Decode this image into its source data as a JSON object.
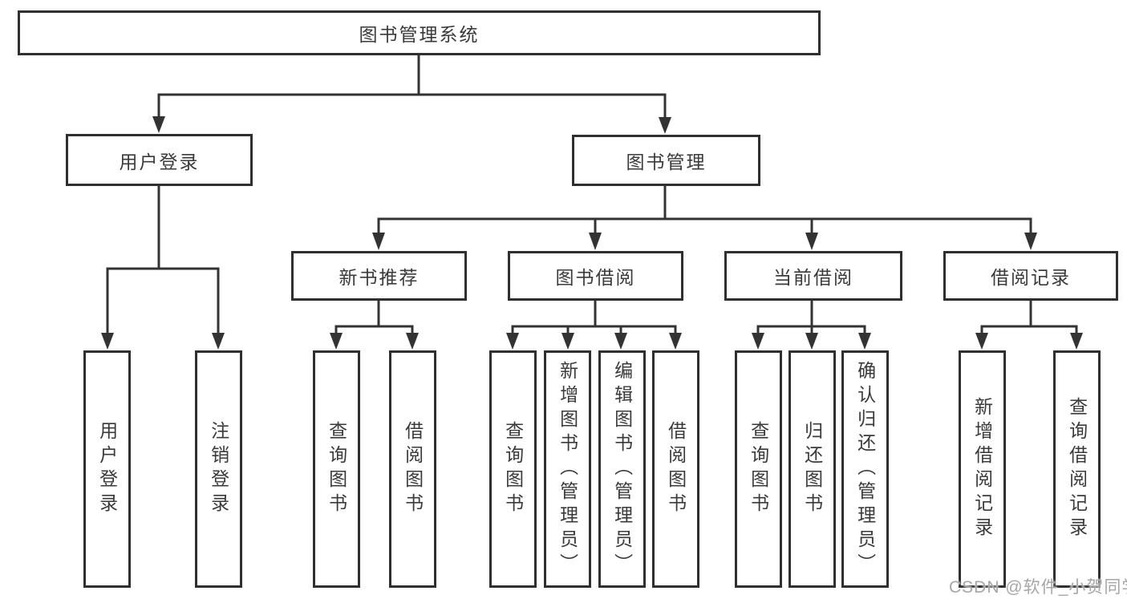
{
  "diagram": {
    "root": "图书管理系统",
    "branches": [
      {
        "label": "用户登录",
        "children": [
          "用户登录",
          "注销登录"
        ]
      },
      {
        "label": "图书管理",
        "children": [
          {
            "label": "新书推荐",
            "children": [
              "查询图书",
              "借阅图书"
            ]
          },
          {
            "label": "图书借阅",
            "children": [
              "查询图书",
              "新增图书（管理员）",
              "编辑图书（管理员）",
              "借阅图书"
            ]
          },
          {
            "label": "当前借阅",
            "children": [
              "查询图书",
              "归还图书",
              "确认归还（管理员）"
            ]
          },
          {
            "label": "借阅记录",
            "children": [
              "新增借阅记录",
              "查询借阅记录"
            ]
          }
        ]
      }
    ],
    "colors": {
      "background": "#ffffff",
      "line": "#333333",
      "box_border": "#2f2f2f",
      "text": "#3a3a3a",
      "watermark": "#a6a6a6"
    },
    "watermark": "CSDN @软件_小贺同学"
  }
}
